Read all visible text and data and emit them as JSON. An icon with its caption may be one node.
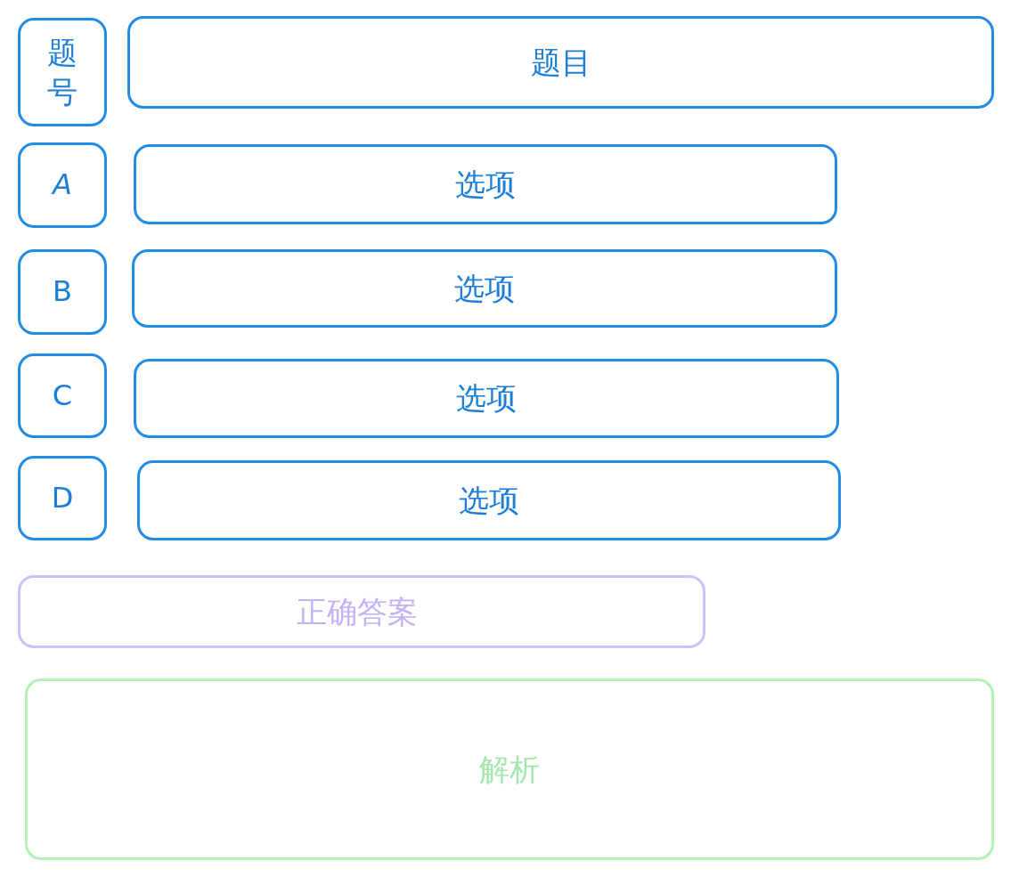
{
  "diagram": {
    "nodes": [
      {
        "text": [
          "题号"
        ]
      },
      {
        "text": [
          "题目"
        ]
      },
      {
        "text": [
          "A"
        ]
      },
      {
        "text": [
          "选项"
        ]
      },
      {
        "text": [
          "B"
        ]
      },
      {
        "text": [
          "选项"
        ]
      },
      {
        "text": [
          "C"
        ]
      },
      {
        "text": [
          "选项"
        ]
      },
      {
        "text": [
          "D"
        ]
      },
      {
        "text": [
          "选项"
        ]
      },
      {
        "text": [
          "正确答案"
        ]
      },
      {
        "text": [
          "解析"
        ]
      }
    ],
    "edges": []
  }
}
